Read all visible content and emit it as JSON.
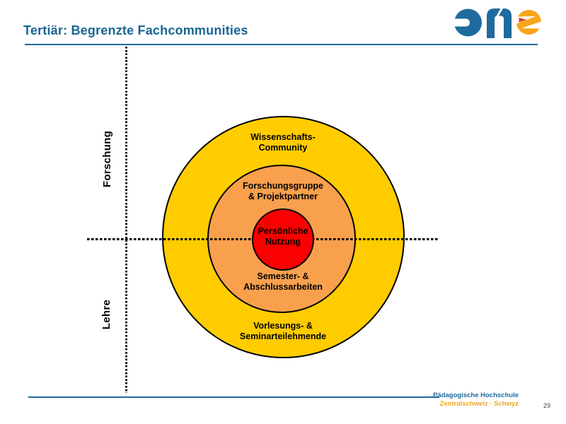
{
  "slide": {
    "title": "Tertiär: Begrenzte Fachcommunities"
  },
  "logo": {
    "name": "PHZ",
    "blue": "#1E6B9D",
    "orange": "#F9A51A",
    "red": "#E5332A"
  },
  "axes": {
    "top_label": "Forschung",
    "bottom_label": "Lehre",
    "line_color": "#000000"
  },
  "diagram": {
    "outer_ring": {
      "color": "#FFCC00",
      "top_line1": "Wissenschafts-",
      "top_line2": "Community",
      "bottom_line1": "Vorlesungs- &",
      "bottom_line2": "Seminarteilehmende"
    },
    "middle_ring": {
      "color": "#F9A04D",
      "top_line1": "Forschungsgruppe",
      "top_line2": "& Projektpartner",
      "bottom_line1": "Semester- &",
      "bottom_line2": "Abschlussarbeiten"
    },
    "inner_circle": {
      "color": "#FA0000",
      "line1": "Persönliche",
      "line2": "Nutzung"
    }
  },
  "footer": {
    "institution_line1": "Pädagogische Hochschule",
    "institution_line2": "Zentralschweiz · Schwyz",
    "page_number": "29"
  },
  "theme": {
    "title_color": "#1A6593",
    "rule_color": "#1E6B9D"
  }
}
